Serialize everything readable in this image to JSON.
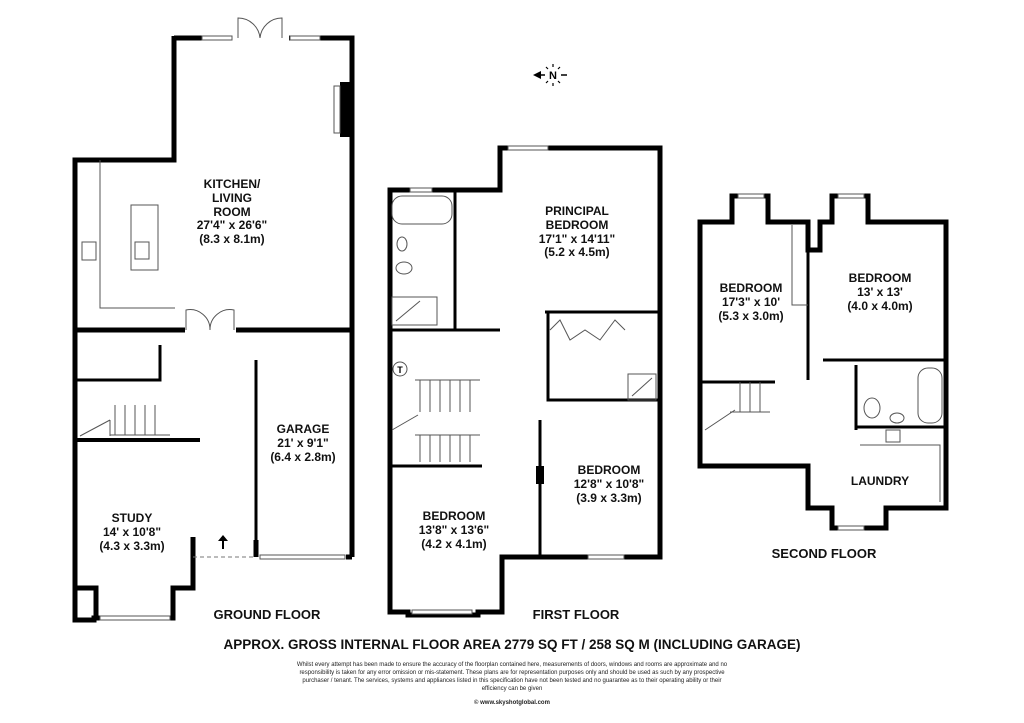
{
  "compass": {
    "label": "N",
    "arrow": "west"
  },
  "floors": {
    "ground": {
      "title": "GROUND FLOOR",
      "rooms": [
        {
          "name": "KITCHEN/ LIVING ROOM",
          "line1": "KITCHEN/",
          "line2": "LIVING",
          "line3": "ROOM",
          "imperial": "27'4\" x 26'6\"",
          "metric": "(8.3 x 8.1m)"
        },
        {
          "name": "GARAGE",
          "imperial": "21' x 9'1\"",
          "metric": "(6.4 x 2.8m)"
        },
        {
          "name": "STUDY",
          "imperial": "14' x 10'8\"",
          "metric": "(4.3 x 3.3m)"
        }
      ]
    },
    "first": {
      "title": "FIRST FLOOR",
      "rooms": [
        {
          "name": "PRINCIPAL BEDROOM",
          "line1": "PRINCIPAL",
          "line2": "BEDROOM",
          "imperial": "17'1\" x 14'11\"",
          "metric": "(5.2 x 4.5m)"
        },
        {
          "name": "BEDROOM",
          "imperial": "12'8\" x 10'8\"",
          "metric": "(3.9 x 3.3m)"
        },
        {
          "name": "BEDROOM",
          "imperial": "13'8\" x 13'6\"",
          "metric": "(4.2 x 4.1m)"
        }
      ],
      "tank_marker": "T"
    },
    "second": {
      "title": "SECOND FLOOR",
      "rooms": [
        {
          "name": "BEDROOM",
          "imperial": "17'3\" x 10'",
          "metric": "(5.3 x 3.0m)"
        },
        {
          "name": "BEDROOM",
          "imperial": "13' x 13'",
          "metric": "(4.0 x 4.0m)"
        },
        {
          "name": "LAUNDRY"
        }
      ]
    }
  },
  "footer": {
    "area": "APPROX. GROSS INTERNAL FLOOR AREA 2779 SQ FT / 258 SQ M (INCLUDING GARAGE)",
    "disclaimer": "Whilst every attempt has been made to ensure the accuracy of the floorplan contained here, measurements of doors, windows and rooms are approximate and no responsibility is taken for any error omission or mis-statement. These plans are for representation purposes only and should  be used as such by any prospective purchaser / tenant. The services, systems and appliances listed in this specification have not been tested and no guarantee as to their operating ability or their efficiency can be given",
    "copyright": "© www.skyshotglobal.com"
  }
}
